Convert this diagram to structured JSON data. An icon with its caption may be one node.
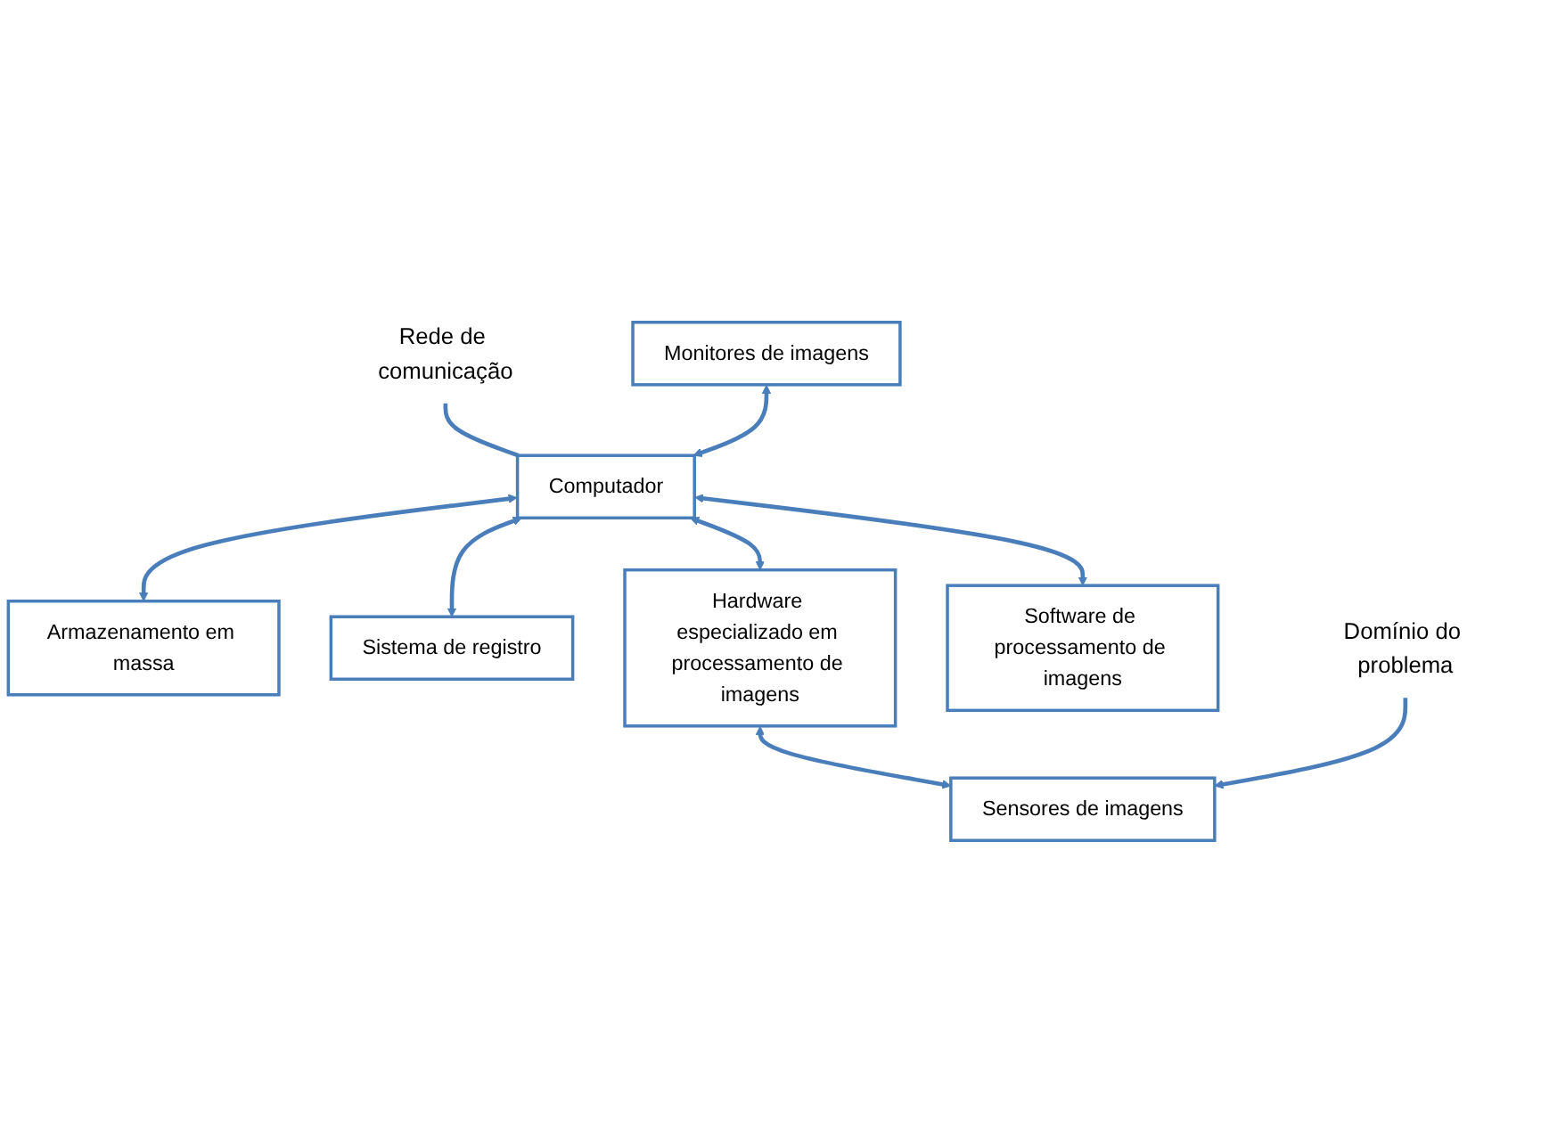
{
  "diagram": {
    "nodes": [
      {
        "text": [
          "Rede de comunicação"
        ]
      },
      {
        "text": [
          "Monitores de imagens"
        ]
      },
      {
        "text": [
          "Computador"
        ]
      },
      {
        "text": [
          "Armazenamento em massa"
        ]
      },
      {
        "text": [
          "Sistema de registro"
        ]
      },
      {
        "text": [
          "Hardware especializado em processamento de imagens"
        ]
      },
      {
        "text": [
          "Software de processamento de imagens"
        ]
      },
      {
        "text": [
          "Sensores de imagens"
        ]
      },
      {
        "text": [
          "Domínio do problema"
        ]
      }
    ],
    "edges": [
      {
        "from": 2,
        "to": 0,
        "arrow": "none"
      },
      {
        "from": 1,
        "to": 2,
        "arrow": "both"
      },
      {
        "from": 2,
        "to": 3,
        "arrow": "both"
      },
      {
        "from": 2,
        "to": 4,
        "arrow": "both"
      },
      {
        "from": 2,
        "to": 5,
        "arrow": "both"
      },
      {
        "from": 2,
        "to": 6,
        "arrow": "both"
      },
      {
        "from": 5,
        "to": 7,
        "arrow": "both"
      },
      {
        "from": 8,
        "to": 7,
        "arrow": "to"
      }
    ]
  }
}
